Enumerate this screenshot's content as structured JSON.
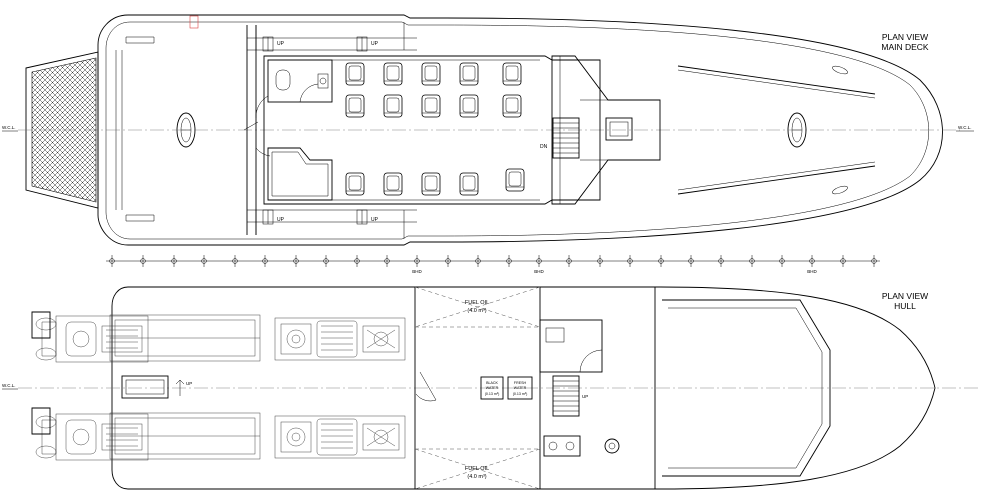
{
  "main_deck": {
    "title_line1": "PLAN VIEW",
    "title_line2": "MAIN DECK",
    "up_label": "UP",
    "dn_label": "DN",
    "cl_left": "W.C.L.",
    "cl_right": "W.C.L."
  },
  "frame_line": {
    "bhd_label": "BHD"
  },
  "hull": {
    "title_line1": "PLAN VIEW",
    "title_line2": "HULL",
    "cl_label": "W.C.L.",
    "fuel_label": "FUEL OIL",
    "fuel_volume": "(4.0 m³)",
    "black_water_1": "BLACK",
    "black_water_2": "WATER",
    "black_water_3": "(0.13 m³)",
    "fresh_water_1": "FRESH",
    "fresh_water_2": "WATER",
    "fresh_water_3": "(0.13 m³)",
    "up_label": "UP"
  }
}
